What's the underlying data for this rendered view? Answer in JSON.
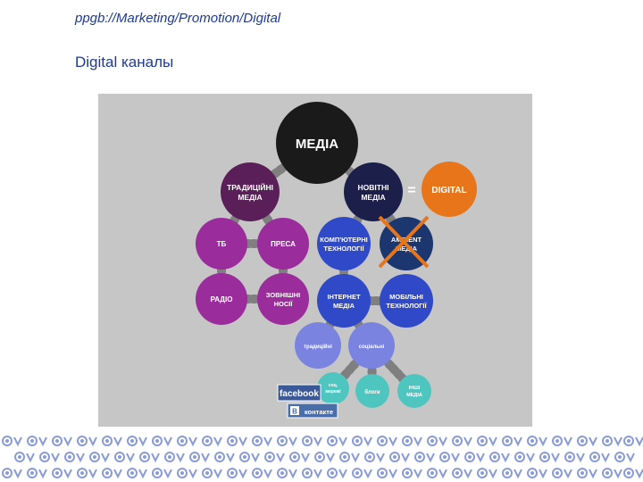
{
  "header": {
    "breadcrumb": "ppgb://Marketing/Promotion/Digital",
    "title": "Digital каналы"
  },
  "diagram": {
    "nodes": {
      "media": "МЕДІА",
      "traditional_media": [
        "ТРАДИЦІЙНІ",
        "МЕДІА"
      ],
      "new_media": [
        "НОВІТНІ",
        "МЕДІА"
      ],
      "digital": "DIGITAL",
      "equals": "=",
      "tv": "ТБ",
      "press": "ПРЕСА",
      "computer_tech": [
        "КОМП'ЮТЕРНІ",
        "ТЕХНОЛОГІЇ"
      ],
      "ambient": [
        "AMBIENT",
        "МЕДІА"
      ],
      "radio": "РАДІО",
      "outdoor": [
        "ЗОВНІШНІ",
        "НОСІЇ"
      ],
      "internet_media": [
        "ІНТЕРНЕТ",
        "МЕДІА"
      ],
      "mobile_tech": [
        "МОБІЛЬНІ",
        "ТЕХНОЛОГІЇ"
      ],
      "traditional_web": "традиційні",
      "social": "соціальні",
      "social_networks": [
        "соц.",
        "мережі"
      ],
      "blogs": "блоги",
      "other": [
        "ІНШІ",
        "МЕДІА"
      ]
    },
    "brands": {
      "facebook": "facebook",
      "vkontakte": "контакте",
      "vk_letter": "B"
    },
    "colors": {
      "media": "#1a1a1a",
      "traditional": "#5a1f59",
      "new": "#1c1f4a",
      "digital": "#e8751a",
      "purple": "#9b2c9c",
      "blue": "#2f49c8",
      "navy": "#1c3770",
      "light_blue": "#7a84e0",
      "teal": "#4fc5c0",
      "strike": "#e8751a"
    }
  }
}
